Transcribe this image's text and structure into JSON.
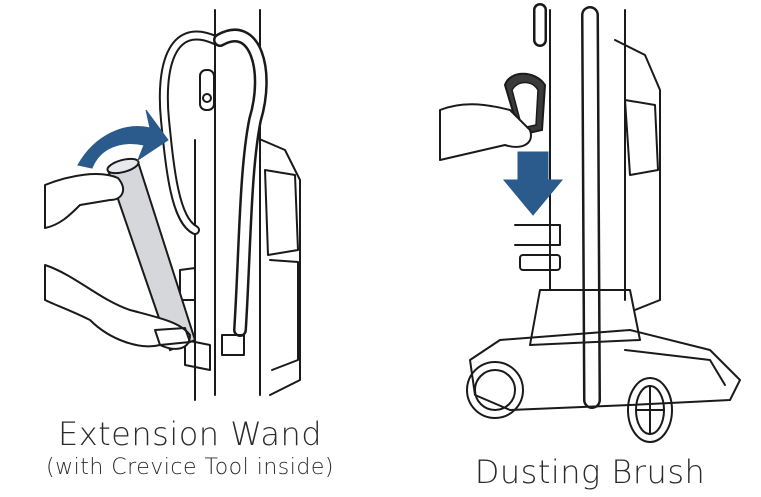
{
  "panels": {
    "left": {
      "title": "Extension Wand",
      "subtitle": "(with Crevice Tool inside)"
    },
    "right": {
      "title": "Dusting Brush"
    }
  },
  "colors": {
    "arrow": "#2b5a8c",
    "wand": "#d5d7db",
    "line": "#1a1a1a"
  }
}
